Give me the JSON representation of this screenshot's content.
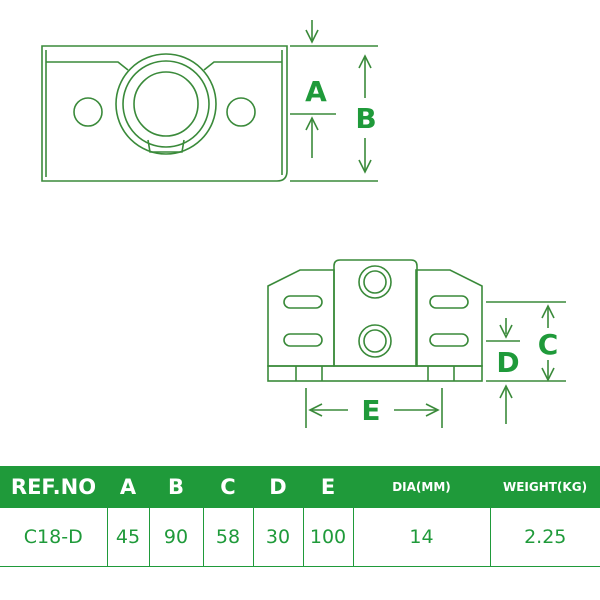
{
  "dimensions": {
    "top_view": [
      "A",
      "B"
    ],
    "front_view": [
      "C",
      "D",
      "E"
    ]
  },
  "table": {
    "headers": [
      "REF.NO",
      "A",
      "B",
      "C",
      "D",
      "E",
      "DIA(MM)",
      "WEIGHT(KG)"
    ],
    "row": [
      "C18-D",
      "45",
      "90",
      "58",
      "30",
      "100",
      "14",
      "2.25"
    ]
  },
  "colors": {
    "accent": "#1f9a3a",
    "line": "#3a8a3a"
  }
}
